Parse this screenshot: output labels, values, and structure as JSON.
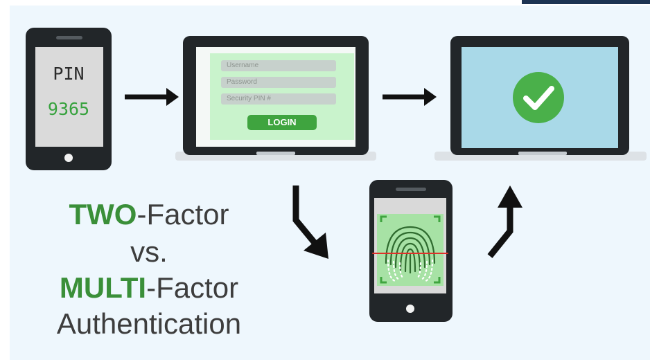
{
  "step1_phone": {
    "pin_label": "PIN",
    "pin_code": "9365"
  },
  "step2_login": {
    "username_placeholder": "Username",
    "password_placeholder": "Password",
    "security_pin_placeholder": "Security PIN #",
    "login_label": "LOGIN"
  },
  "headline": {
    "two_strong": "TWO",
    "two_rest": "-Factor",
    "vs": "vs.",
    "multi_strong": "MULTI",
    "multi_rest": "-Factor",
    "last": "Authentication"
  },
  "colors": {
    "accent_green": "#3a8f39",
    "check_green": "#4ab04a",
    "background": "#eef7fd",
    "corner_bar": "#1c3352"
  },
  "icons": [
    "check-icon",
    "fingerprint-icon",
    "arrow-right-icon",
    "arrow-down-right-icon",
    "arrow-up-right-icon"
  ]
}
